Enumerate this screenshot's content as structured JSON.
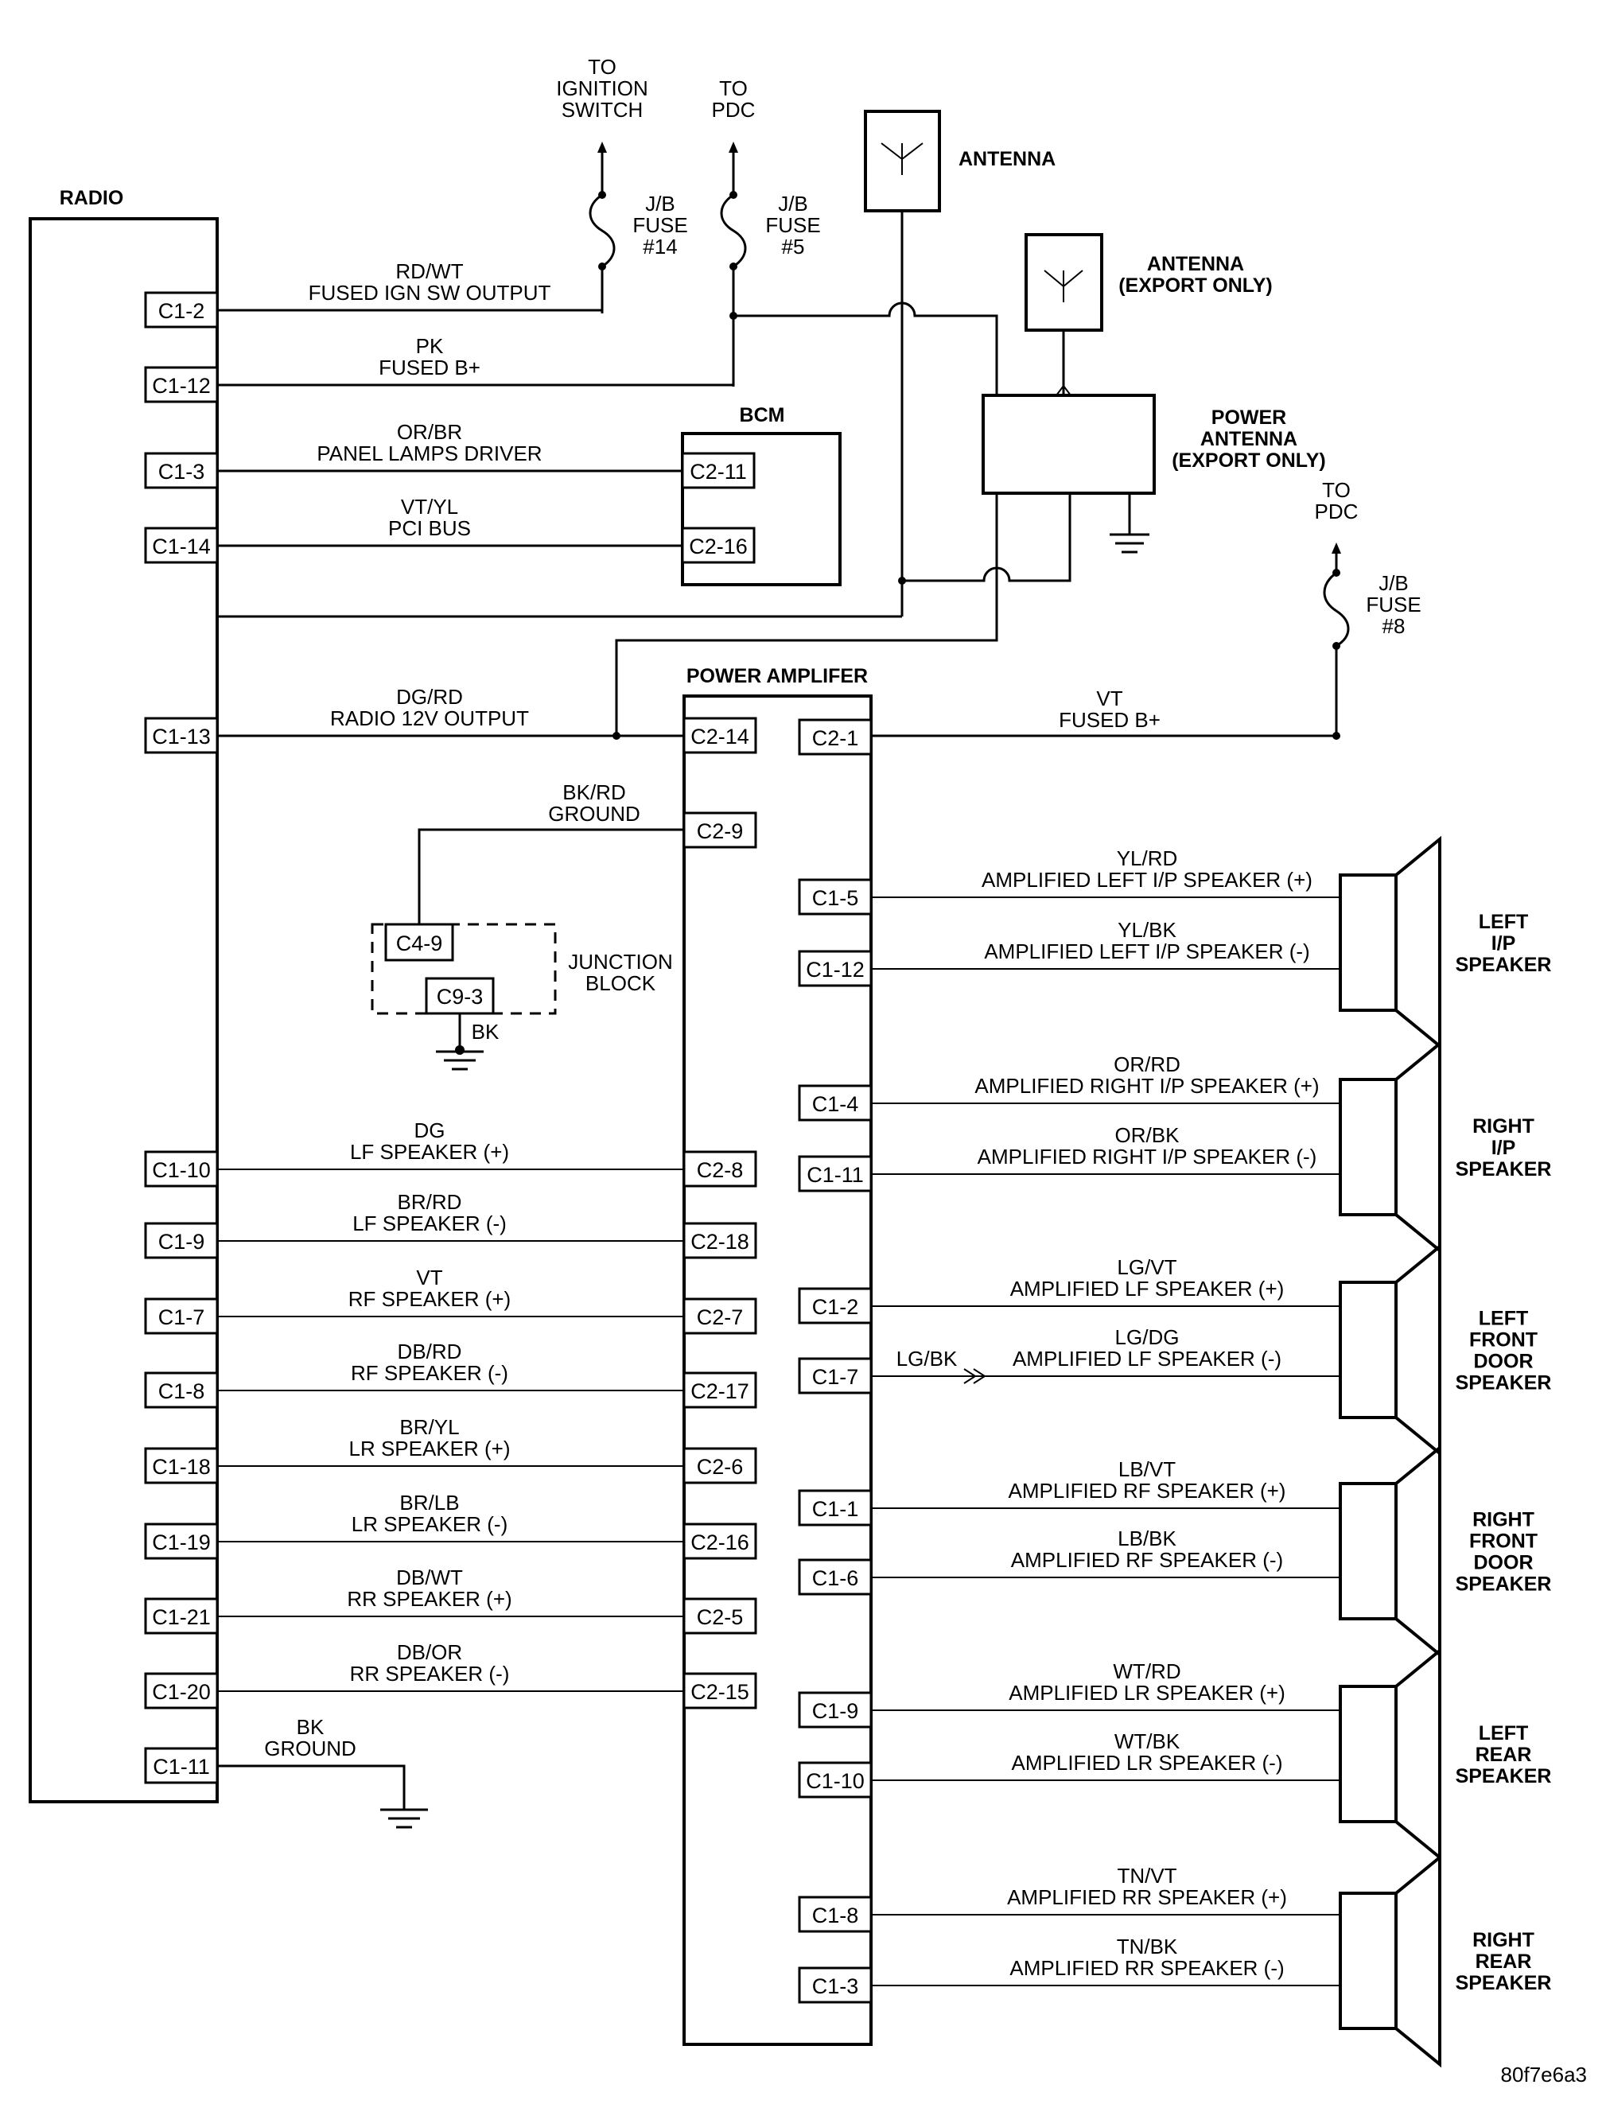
{
  "components": {
    "radio": "RADIO",
    "bcm": "BCM",
    "antenna": "ANTENNA",
    "antenna_export": [
      "ANTENNA",
      "(EXPORT ONLY)"
    ],
    "power_antenna": [
      "POWER",
      "ANTENNA",
      "(EXPORT ONLY)"
    ],
    "power_amplifier": "POWER AMPLIFER",
    "junction_block": [
      "JUNCTION",
      "BLOCK"
    ]
  },
  "destinations": {
    "ignition": [
      "TO",
      "IGNITION",
      "SWITCH"
    ],
    "pdc_top": [
      "TO",
      "PDC"
    ],
    "pdc_right": [
      "TO",
      "PDC"
    ]
  },
  "fuses": {
    "fuse14": [
      "J/B",
      "FUSE",
      "#14"
    ],
    "fuse5": [
      "J/B",
      "FUSE",
      "#5"
    ],
    "fuse8": [
      "J/B",
      "FUSE",
      "#8"
    ]
  },
  "radio_wires": [
    {
      "pin": "C1-2",
      "color": "RD/WT",
      "name": "FUSED IGN SW OUTPUT",
      "to": ""
    },
    {
      "pin": "C1-12",
      "color": "PK",
      "name": "FUSED B+",
      "to": ""
    },
    {
      "pin": "C1-3",
      "color": "OR/BR",
      "name": "PANEL LAMPS DRIVER",
      "to": "C2-11"
    },
    {
      "pin": "C1-14",
      "color": "VT/YL",
      "name": "PCI BUS",
      "to": "C2-16"
    },
    {
      "pin": "C1-13",
      "color": "DG/RD",
      "name": "RADIO 12V OUTPUT",
      "to": "C2-14"
    },
    {
      "pin": "C1-10",
      "color": "DG",
      "name": "LF SPEAKER (+)",
      "to": "C2-8"
    },
    {
      "pin": "C1-9",
      "color": "BR/RD",
      "name": "LF SPEAKER (-)",
      "to": "C2-18"
    },
    {
      "pin": "C1-7",
      "color": "VT",
      "name": "RF SPEAKER (+)",
      "to": "C2-7"
    },
    {
      "pin": "C1-8",
      "color": "DB/RD",
      "name": "RF SPEAKER (-)",
      "to": "C2-17"
    },
    {
      "pin": "C1-18",
      "color": "BR/YL",
      "name": "LR SPEAKER (+)",
      "to": "C2-6"
    },
    {
      "pin": "C1-19",
      "color": "BR/LB",
      "name": "LR SPEAKER (-)",
      "to": "C2-16"
    },
    {
      "pin": "C1-21",
      "color": "DB/WT",
      "name": "RR SPEAKER (+)",
      "to": "C2-5"
    },
    {
      "pin": "C1-20",
      "color": "DB/OR",
      "name": "RR SPEAKER (-)",
      "to": "C2-15"
    },
    {
      "pin": "C1-11",
      "color": "BK",
      "name": "GROUND",
      "to": ""
    }
  ],
  "amp_ground": {
    "pin": "C2-9",
    "color": "BK/RD",
    "name": "GROUND",
    "jb_in": "C4-9",
    "jb_out": "C9-3",
    "jb_wire": "BK"
  },
  "amp_power": {
    "pin": "C2-1",
    "color": "VT",
    "name": "FUSED B+"
  },
  "speaker_wires": [
    {
      "pin": "C1-5",
      "color": "YL/RD",
      "name": "AMPLIFIED LEFT I/P SPEAKER (+)"
    },
    {
      "pin": "C1-12",
      "color": "YL/BK",
      "name": "AMPLIFIED LEFT I/P SPEAKER (-)"
    },
    {
      "pin": "C1-4",
      "color": "OR/RD",
      "name": "AMPLIFIED RIGHT I/P SPEAKER (+)"
    },
    {
      "pin": "C1-11",
      "color": "OR/BK",
      "name": "AMPLIFIED RIGHT I/P SPEAKER (-)"
    },
    {
      "pin": "C1-2",
      "color": "LG/VT",
      "name": "AMPLIFIED LF SPEAKER (+)"
    },
    {
      "pin": "C1-7",
      "color": "LG/DG",
      "name": "AMPLIFIED LF SPEAKER (-)",
      "splice": "LG/BK"
    },
    {
      "pin": "C1-1",
      "color": "LB/VT",
      "name": "AMPLIFIED RF SPEAKER (+)"
    },
    {
      "pin": "C1-6",
      "color": "LB/BK",
      "name": "AMPLIFIED RF SPEAKER (-)"
    },
    {
      "pin": "C1-9",
      "color": "WT/RD",
      "name": "AMPLIFIED LR SPEAKER (+)"
    },
    {
      "pin": "C1-10",
      "color": "WT/BK",
      "name": "AMPLIFIED LR SPEAKER (-)"
    },
    {
      "pin": "C1-8",
      "color": "TN/VT",
      "name": "AMPLIFIED RR SPEAKER (+)"
    },
    {
      "pin": "C1-3",
      "color": "TN/BK",
      "name": "AMPLIFIED RR SPEAKER (-)"
    }
  ],
  "speakers": [
    [
      "LEFT",
      "I/P",
      "SPEAKER"
    ],
    [
      "RIGHT",
      "I/P",
      "SPEAKER"
    ],
    [
      "LEFT",
      "FRONT",
      "DOOR",
      "SPEAKER"
    ],
    [
      "RIGHT",
      "FRONT",
      "DOOR",
      "SPEAKER"
    ],
    [
      "LEFT",
      "REAR",
      "SPEAKER"
    ],
    [
      "RIGHT",
      "REAR",
      "SPEAKER"
    ]
  ],
  "figure_id": "80f7e6a3"
}
